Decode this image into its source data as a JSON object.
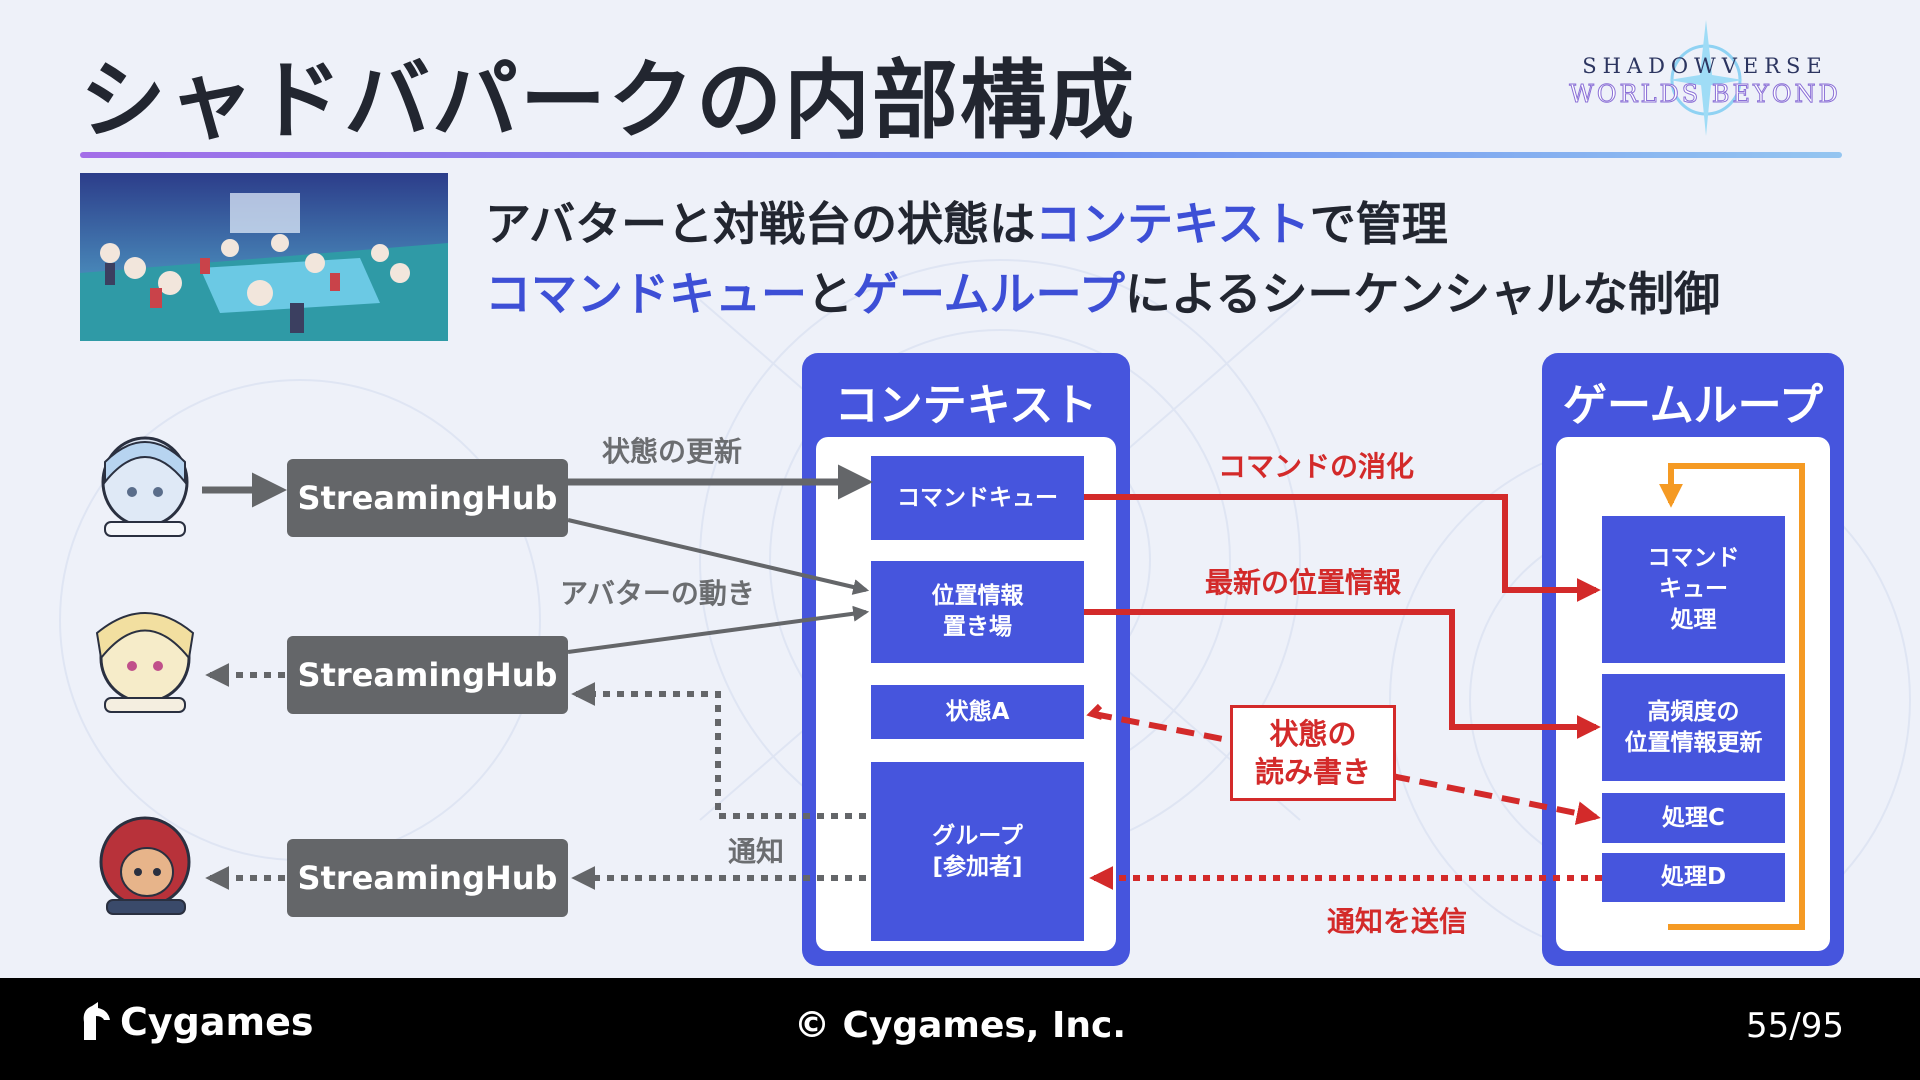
{
  "slide": {
    "title": "シャドバパークの内部構成",
    "logo": {
      "top": "SHADOWVERSE",
      "bottom": "WORLDS BEYOND"
    },
    "subtitle1": {
      "pre": "アバターと対戦台の状態は",
      "hl": "コンテキスト",
      "post": "で管理"
    },
    "subtitle2": {
      "hl1": "コマンドキュー",
      "mid": "と",
      "hl2": "ゲームループ",
      "post": "によるシーケンシャルな制御"
    }
  },
  "diagram": {
    "hubs": [
      "StreamingHub",
      "StreamingHub",
      "StreamingHub"
    ],
    "context": {
      "title": "コンテキスト",
      "boxes": {
        "queue": "コマンドキュー",
        "pos1": "位置情報",
        "pos2": "置き場",
        "stateA": "状態A",
        "grp1": "グループ",
        "grp2": "[参加者]"
      }
    },
    "loop": {
      "title": "ゲームループ",
      "boxes": {
        "cmd1": "コマンド",
        "cmd2": "キュー",
        "cmd3": "処理",
        "hf1": "高頻度の",
        "hf2": "位置情報更新",
        "c": "処理C",
        "d": "処理D"
      }
    },
    "labels": {
      "state_update": "状態の更新",
      "avatar_move": "アバターの動き",
      "notify": "通知",
      "consume": "コマンドの消化",
      "latest_pos": "最新の位置情報",
      "rw1": "状態の",
      "rw2": "読み書き",
      "send_notify": "通知を送信"
    },
    "colors": {
      "panel": "#4655dd",
      "red": "#d32a2a",
      "gray": "#646669",
      "orange": "#f59a23"
    }
  },
  "footer": {
    "brand": "Cygames",
    "copyright": "© Cygames, Inc.",
    "page": "55/95"
  }
}
